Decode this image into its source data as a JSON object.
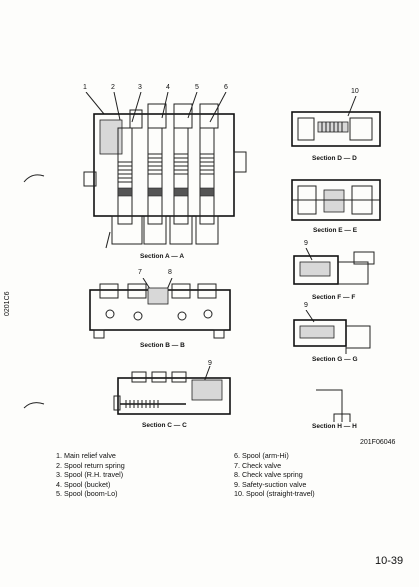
{
  "side_code": "0201C6",
  "figure_id": "201F06046",
  "page_number": "10-39",
  "sections": {
    "a": "Section A — A",
    "b": "Section B — B",
    "c": "Section C — C",
    "d": "Section D — D",
    "e": "Section E — E",
    "f": "Section F — F",
    "g": "Section G — G",
    "h": "Section H — H"
  },
  "callouts": {
    "top": [
      "1",
      "2",
      "3",
      "4",
      "5",
      "6"
    ],
    "d": "10",
    "b1": "7",
    "b2": "8",
    "f": "9",
    "g": "9",
    "c": "9"
  },
  "legend": {
    "left": [
      "1. Main relief valve",
      "2. Spool return spring",
      "3. Spool (R.H. travel)",
      "4. Spool (bucket)",
      "5. Spool (boom-Lo)"
    ],
    "right": [
      "6. Spool (arm-Hi)",
      "7. Check valve",
      "8. Check valve spring",
      "9. Safety-suction valve",
      "10. Spool (straight-travel)"
    ]
  }
}
